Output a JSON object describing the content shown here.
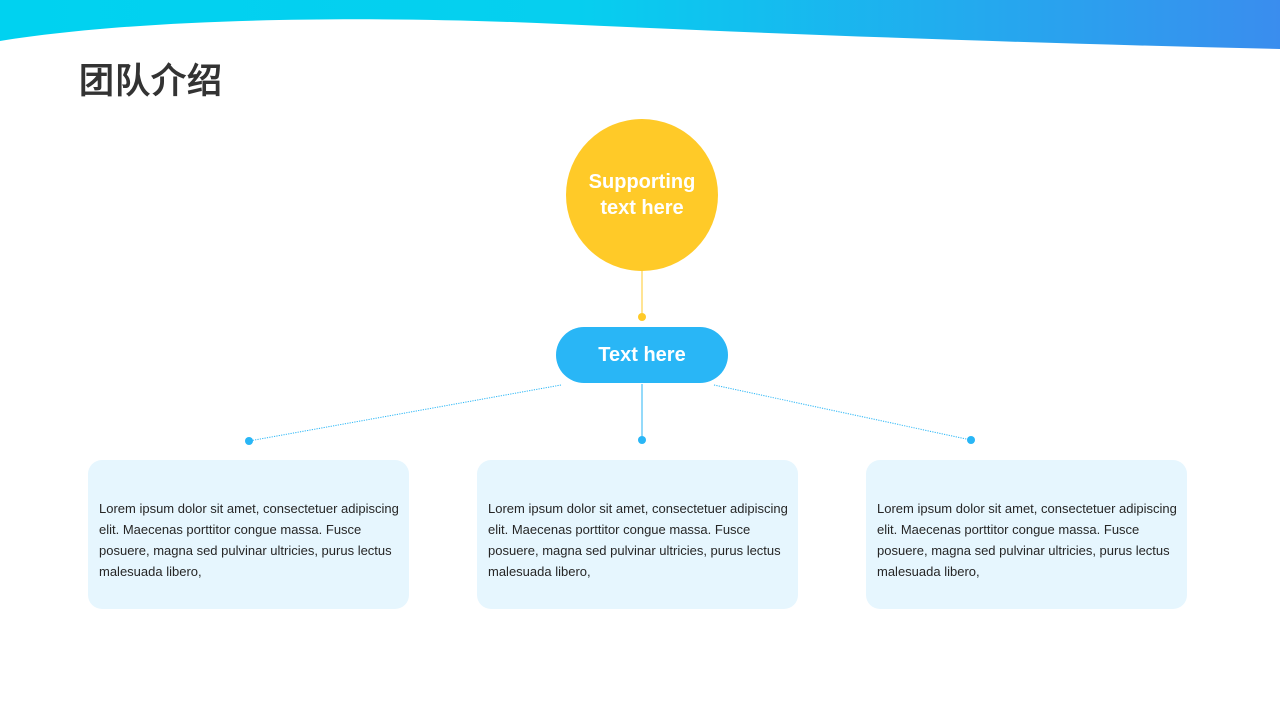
{
  "header": {
    "title": "团队介绍"
  },
  "diagram": {
    "support_node": {
      "label": "Supporting text here",
      "color": "#FFCA28"
    },
    "hub_node": {
      "label": "Text here",
      "color": "#29B6F6"
    },
    "cards": [
      {
        "text": "Lorem ipsum dolor sit amet, consectetuer adipiscing elit. Maecenas porttitor congue massa. Fusce posuere, magna sed pulvinar ultricies, purus lectus malesuada libero,"
      },
      {
        "text": "Lorem ipsum dolor sit amet, consectetuer adipiscing elit. Maecenas porttitor congue massa. Fusce posuere, magna sed pulvinar ultricies, purus lectus malesuada libero,"
      },
      {
        "text": "Lorem ipsum dolor sit amet, consectetuer adipiscing elit. Maecenas porttitor congue massa. Fusce posuere, magna sed pulvinar ultricies, purus lectus malesuada libero,"
      }
    ],
    "card_color": "#E6F6FE",
    "connector_color": "#29B6F6"
  },
  "theme": {
    "wave_gradient": [
      "#00D2F0",
      "#3A8DEE"
    ],
    "title_color": "#333333"
  }
}
